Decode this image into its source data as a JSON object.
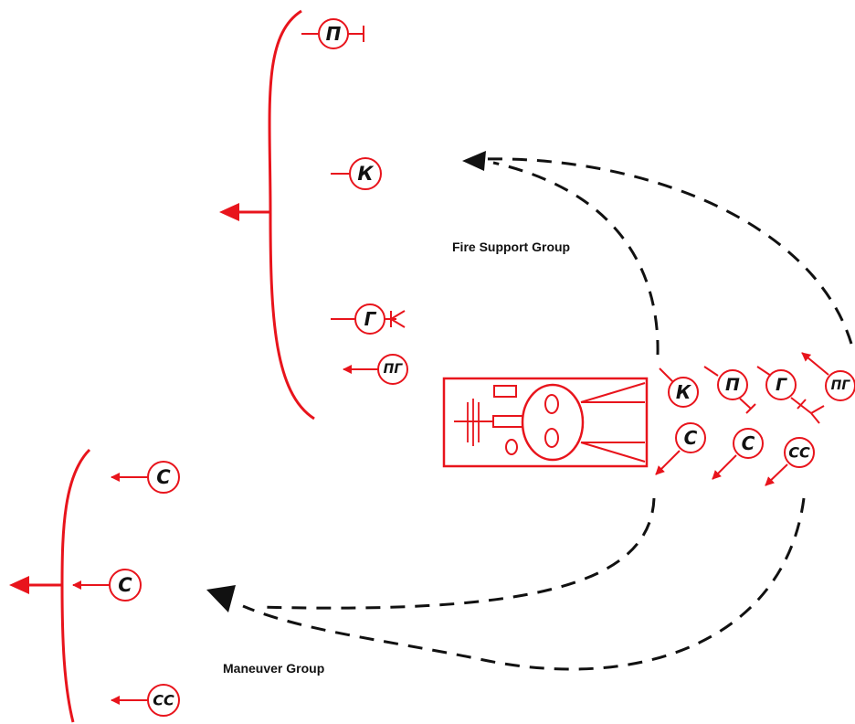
{
  "colors": {
    "unit": "#e8141c",
    "route": "#111111",
    "background": "#ffffff"
  },
  "labels": {
    "fire_support_group": "Fire Support Group",
    "maneuver_group": "Maneuver Group"
  },
  "symbols": {
    "p": "П",
    "k": "К",
    "g": "Г",
    "pg": "ПГ",
    "s": "С",
    "ss": "СС"
  }
}
